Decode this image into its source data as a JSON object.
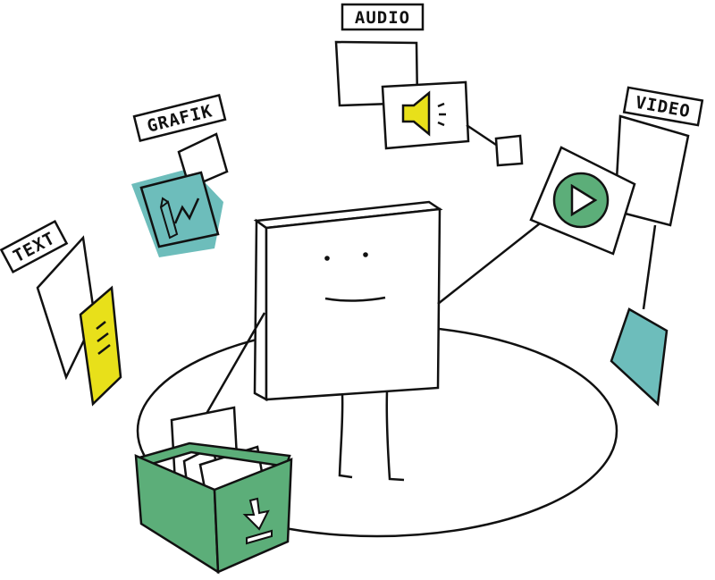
{
  "labels": {
    "text": "TEXT",
    "grafik": "GRAFIK",
    "audio": "AUDIO",
    "video": "VIDEO"
  },
  "icons": {
    "text": "document-lines-icon",
    "grafik": "pencil-image-icon",
    "audio": "speaker-icon",
    "video": "play-icon",
    "box": "download-arrow-icon"
  },
  "colors": {
    "yellow": "#e8e01a",
    "teal": "#6dbdbb",
    "green": "#5cae79",
    "ink": "#111111",
    "paper": "#ffffff"
  }
}
